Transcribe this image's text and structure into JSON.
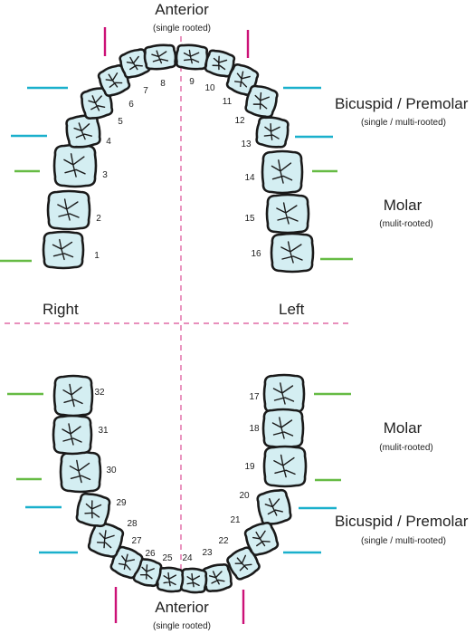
{
  "labels": {
    "anterior_top": "Anterior",
    "anterior_top_sub": "(single rooted)",
    "anterior_bottom": "Anterior",
    "anterior_bottom_sub": "(single rooted)",
    "right": "Right",
    "left": "Left",
    "bicuspid_upper": "Bicuspid / Premolar",
    "bicuspid_upper_sub": "(single / multi-rooted)",
    "molar_upper": "Molar",
    "molar_upper_sub": "(mulit-rooted)",
    "molar_lower": "Molar",
    "molar_lower_sub": "(mulit-rooted)",
    "bicuspid_lower": "Bicuspid / Premolar",
    "bicuspid_lower_sub": "(single / multi-rooted)"
  },
  "colors": {
    "tooth_fill": "#d4eef2",
    "tooth_stroke": "#1a1a1a",
    "midline": "#e06aa6",
    "anterior_marker": "#cc1177",
    "premolar_marker": "#1ab0cc",
    "molar_marker": "#66bb44"
  },
  "teeth": [
    {
      "n": "1"
    },
    {
      "n": "2"
    },
    {
      "n": "3"
    },
    {
      "n": "4"
    },
    {
      "n": "5"
    },
    {
      "n": "6"
    },
    {
      "n": "7"
    },
    {
      "n": "8"
    },
    {
      "n": "9"
    },
    {
      "n": "10"
    },
    {
      "n": "11"
    },
    {
      "n": "12"
    },
    {
      "n": "13"
    },
    {
      "n": "14"
    },
    {
      "n": "15"
    },
    {
      "n": "16"
    },
    {
      "n": "17"
    },
    {
      "n": "18"
    },
    {
      "n": "19"
    },
    {
      "n": "20"
    },
    {
      "n": "21"
    },
    {
      "n": "22"
    },
    {
      "n": "23"
    },
    {
      "n": "24"
    },
    {
      "n": "25"
    },
    {
      "n": "26"
    },
    {
      "n": "27"
    },
    {
      "n": "28"
    },
    {
      "n": "29"
    },
    {
      "n": "30"
    },
    {
      "n": "31"
    },
    {
      "n": "32"
    }
  ]
}
